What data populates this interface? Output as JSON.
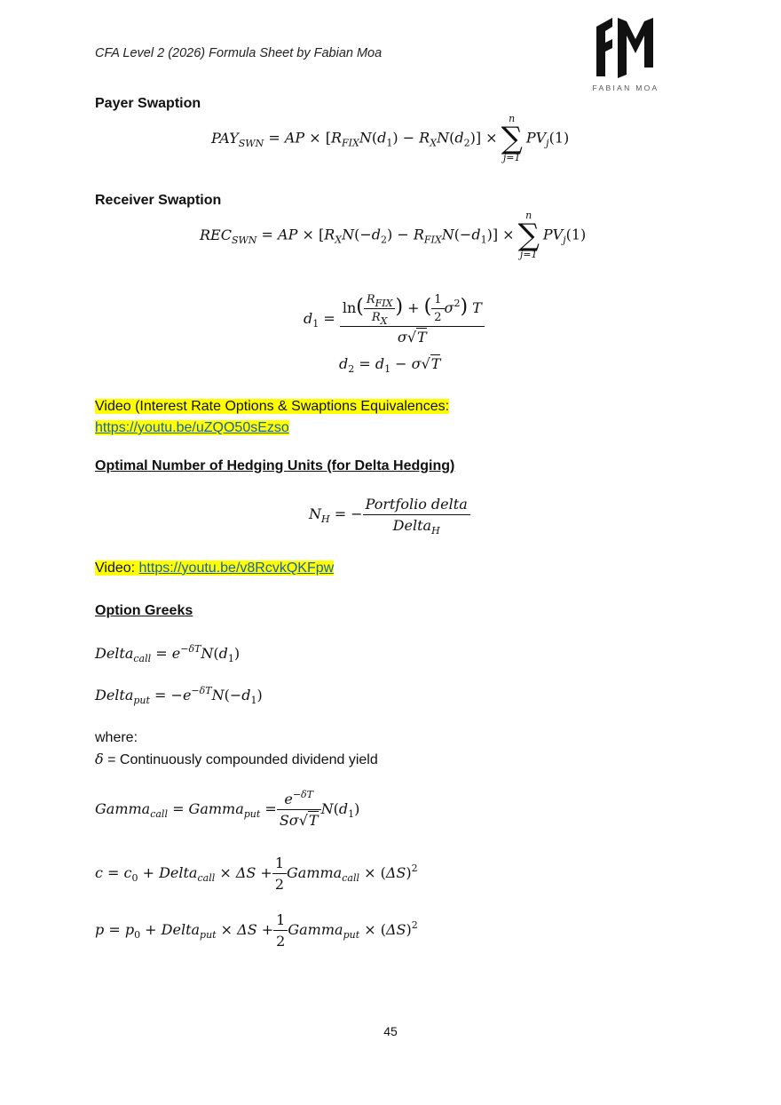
{
  "header": {
    "title": "CFA Level 2 (2026) Formula Sheet by Fabian Moa"
  },
  "logo": {
    "letters": "FM",
    "name": "FABIAN MOA"
  },
  "sections": {
    "payer": {
      "heading": "Payer Swaption"
    },
    "receiver": {
      "heading": "Receiver Swaption"
    },
    "video1": {
      "text": "Video (Interest Rate Options & Swaptions Equivalences:",
      "url": "https://youtu.be/uZQO50sEzso"
    },
    "hedge": {
      "heading": "Optimal Number of Hedging Units (for Delta Hedging)"
    },
    "video2": {
      "label": "Video: ",
      "url": "https://youtu.be/v8RcvkQKFpw"
    },
    "greeks": {
      "heading": "Option Greeks"
    },
    "where": {
      "label": "where:",
      "delta_def": "= Continuously compounded dividend yield"
    }
  },
  "page_number": "45",
  "colors": {
    "highlight": "#ffff00",
    "link": "#1a5fb4"
  }
}
